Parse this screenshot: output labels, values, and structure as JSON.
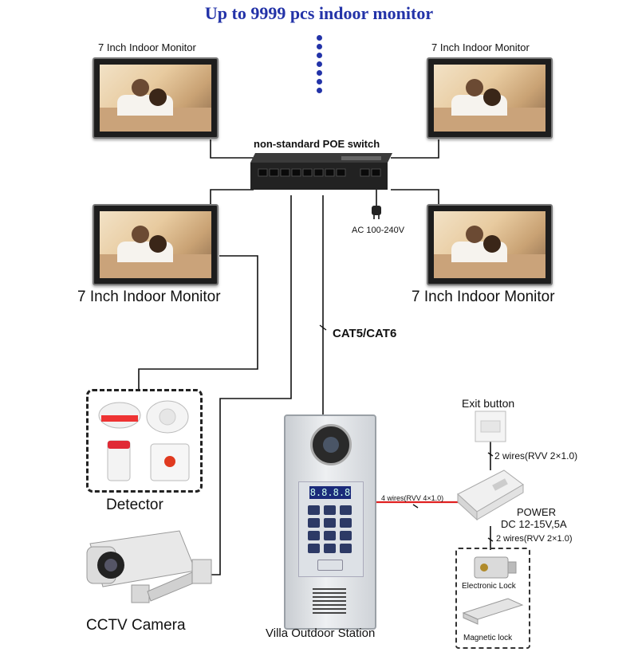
{
  "header": {
    "title": "Up to 9999 pcs indoor monitor"
  },
  "monitors": {
    "top_left_label": "7 Inch Indoor Monitor",
    "top_right_label": "7 Inch Indoor Monitor",
    "mid_left_label": "7 Inch Indoor Monitor",
    "mid_right_label": "7 Inch Indoor Monitor"
  },
  "switch": {
    "label": "non-standard POE switch",
    "power_label": "AC 100-240V",
    "port_count": 8
  },
  "cabling": {
    "main_cable": "CAT5/CAT6",
    "station_to_power": "4 wires(RVV 4×1.0)",
    "exit_to_power": "2 wires(RVV 2×1.0)",
    "power_to_locks": "2 wires(RVV 2×1.0)"
  },
  "detector": {
    "label": "Detector"
  },
  "camera": {
    "label": "CCTV Camera"
  },
  "station": {
    "label": "Villa Outdoor Station",
    "display": "8.8.8.8"
  },
  "exit_button": {
    "label": "Exit button"
  },
  "power": {
    "label_line1": "POWER",
    "label_line2": "DC 12-15V,5A"
  },
  "locks": {
    "electronic": "Electronic Lock",
    "magnetic": "Magnetic lock"
  },
  "colors": {
    "title": "#2333a8",
    "accent_wire": "#e02020",
    "line": "#111111"
  }
}
